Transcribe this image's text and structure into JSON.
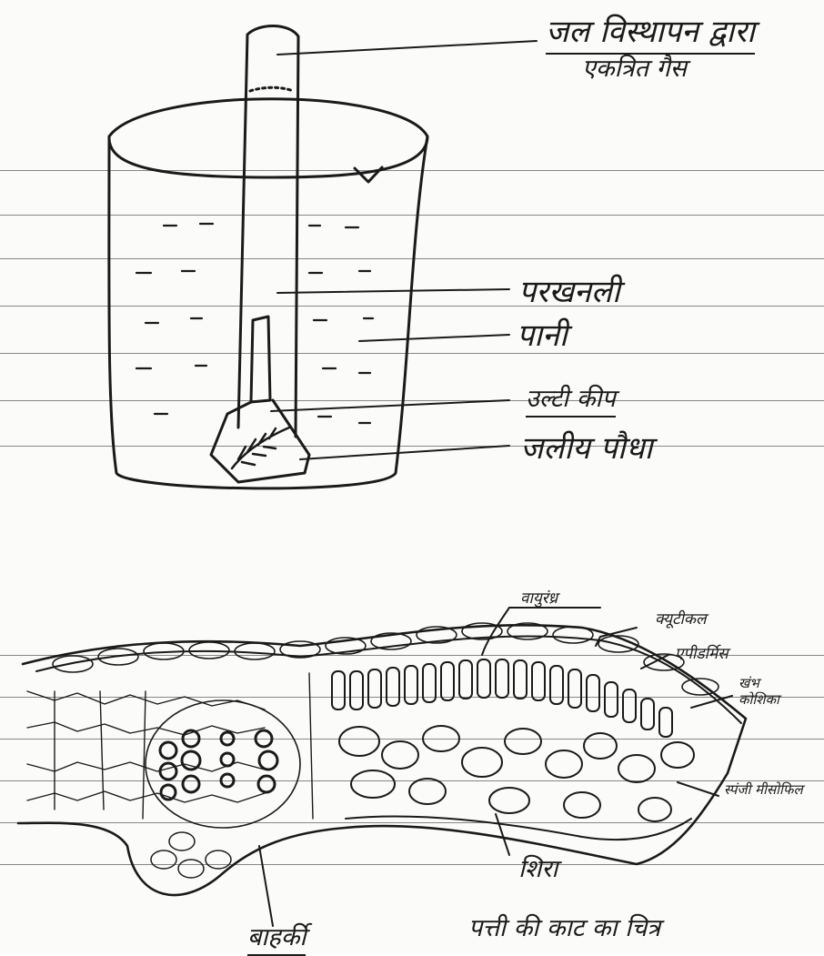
{
  "figure1": {
    "labels": {
      "gas": "जल विस्थापन द्वारा",
      "gas2": "एकत्रित गैस",
      "test_tube": "परखनली",
      "water": "पानी",
      "funnel": "उल्टी कीप",
      "plant": "जलीय पौधा"
    }
  },
  "figure2": {
    "labels": {
      "stomata": "वायुरंध्र",
      "cuticle": "क्यूटीकल",
      "epidermis": "एपीडर्मिस",
      "palisade": "खंभ कोशिका",
      "spongy": "स्पंजी मीसोफिल",
      "vein": "शिरा",
      "bundle_sheath": "बाहर्की",
      "caption": "पत्ती की काट का चित्र"
    }
  }
}
